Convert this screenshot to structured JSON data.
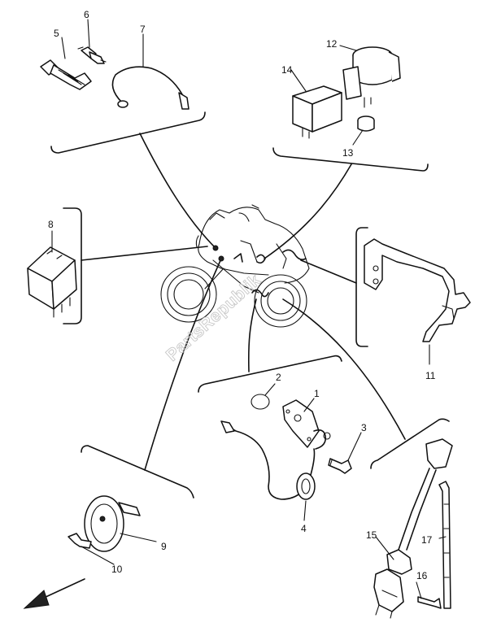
{
  "watermark": "PartsRepublik",
  "callouts": {
    "c1": "1",
    "c2": "2",
    "c3": "3",
    "c4": "4",
    "c5": "5",
    "c6": "6",
    "c7": "7",
    "c8": "8",
    "c9": "9",
    "c10": "10",
    "c11": "11",
    "c12": "12",
    "c13": "13",
    "c14": "14",
    "c15": "15",
    "c16": "16",
    "c17": "17"
  }
}
